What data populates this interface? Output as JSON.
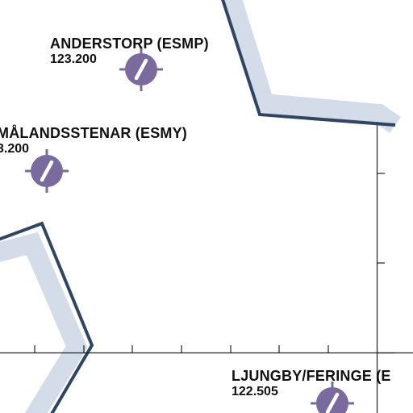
{
  "map": {
    "colors": {
      "background": "#ffffff",
      "boundary_fill": "#d3dce8",
      "boundary_line": "#2f4563",
      "airport_symbol": "#7b6a9e",
      "grid": "#222222",
      "text": "#111111"
    },
    "airports": [
      {
        "name": "ANDERSTORP (ESMP)",
        "frequency": "123.200",
        "icon": "airport-icon"
      },
      {
        "name": "MÅLANDSSTENAR (ESMY)",
        "frequency": "3.200",
        "icon": "airport-icon"
      },
      {
        "name": "LJUNGBY/FERINGE (E",
        "frequency": "122.505",
        "icon": "airport-icon"
      }
    ]
  }
}
